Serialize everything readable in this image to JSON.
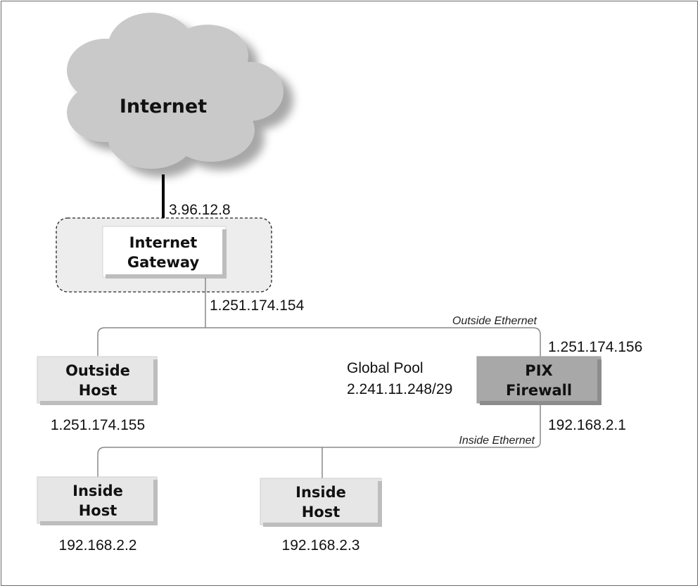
{
  "internet": {
    "label": "Internet",
    "link_ip": "3.96.12.8"
  },
  "gateway": {
    "label_line1": "Internet",
    "label_line2": "Gateway",
    "ip": "1.251.174.154"
  },
  "outside_network": {
    "label": "Outside Ethernet"
  },
  "inside_network": {
    "label": "Inside Ethernet"
  },
  "outside_host": {
    "label_line1": "Outside",
    "label_line2": "Host",
    "ip": "1.251.174.155"
  },
  "global_pool": {
    "label": "Global Pool",
    "range": "2.241.11.248/29"
  },
  "firewall": {
    "label_line1": "PIX",
    "label_line2": "Firewall",
    "outside_ip": "1.251.174.156",
    "inside_ip": "192.168.2.1"
  },
  "inside_host_1": {
    "label_line1": "Inside",
    "label_line2": "Host",
    "ip": "192.168.2.2"
  },
  "inside_host_2": {
    "label_line1": "Inside",
    "label_line2": "Host",
    "ip": "192.168.2.3"
  },
  "colors": {
    "cloud_fill": "#c9c9c9",
    "cloud_shadow": "#8a8a8a",
    "box_fill": "#e6e6e6",
    "box_shadow": "#bdbdbd",
    "firewall_fill": "#a8a8a8",
    "line": "#888888"
  }
}
